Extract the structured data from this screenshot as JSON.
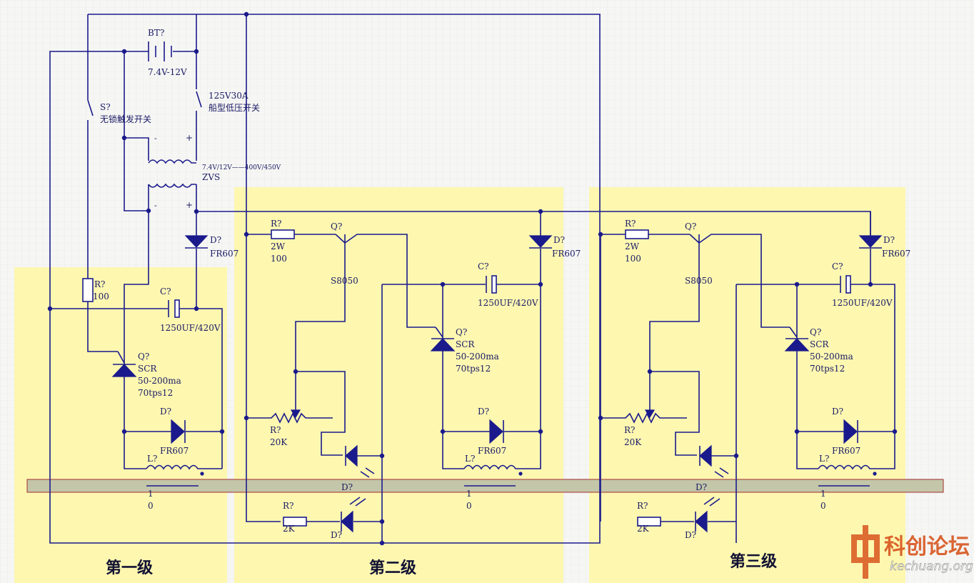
{
  "stages": [
    "第一级",
    "第二级",
    "第三级"
  ],
  "battery": {
    "ref": "BT?",
    "value": "7.4V-12V"
  },
  "trigger_switch": {
    "ref": "S?",
    "desc": "无锁触发开关"
  },
  "power_switch": {
    "rating": "125V30A",
    "desc": "船型低压开关"
  },
  "zvs": {
    "ratio": "7.4V/12V——400V/450V",
    "name": "ZVS",
    "minus": "-",
    "plus": "+"
  },
  "stage1": {
    "diode": {
      "ref": "D?",
      "part": "FR607"
    },
    "resistor": {
      "ref": "R?",
      "value": "100"
    },
    "capacitor": {
      "ref": "C?",
      "value": "1250UF/420V"
    },
    "scr": {
      "ref": "Q?",
      "type": "SCR",
      "current": "50-200ma",
      "part": "70tps12"
    },
    "flyback": {
      "ref": "D?",
      "part": "FR607"
    },
    "coil": {
      "ref": "L?",
      "n1": "1",
      "n0": "0"
    }
  },
  "stage_n": {
    "res_power": {
      "ref": "R?",
      "watt": "2W",
      "value": "100"
    },
    "transistor": {
      "ref": "Q?",
      "part": "S8050"
    },
    "diode": {
      "ref": "D?",
      "part": "FR607"
    },
    "capacitor": {
      "ref": "C?",
      "value": "1250UF/420V"
    },
    "scr": {
      "ref": "Q?",
      "type": "SCR",
      "current": "50-200ma",
      "part": "70tps12"
    },
    "pot": {
      "ref": "R?",
      "value": "20K"
    },
    "flyback": {
      "ref": "D?",
      "part": "FR607"
    },
    "coil": {
      "ref": "L?",
      "n1": "1",
      "n0": "0"
    },
    "led_sensor": {
      "ref": "D?"
    },
    "led_res": {
      "ref": "R?",
      "value": "2K"
    },
    "led_emitter": {
      "ref": "D?"
    }
  },
  "watermark": {
    "main": "科创论坛",
    "url": "kechuang.org"
  },
  "colors": {
    "wire": "#1a1a8c",
    "stage_bg": "#fdf7b0",
    "barrel": "#c3c6a8",
    "barrel_edge": "#a23030",
    "logo": "#d8551e"
  }
}
